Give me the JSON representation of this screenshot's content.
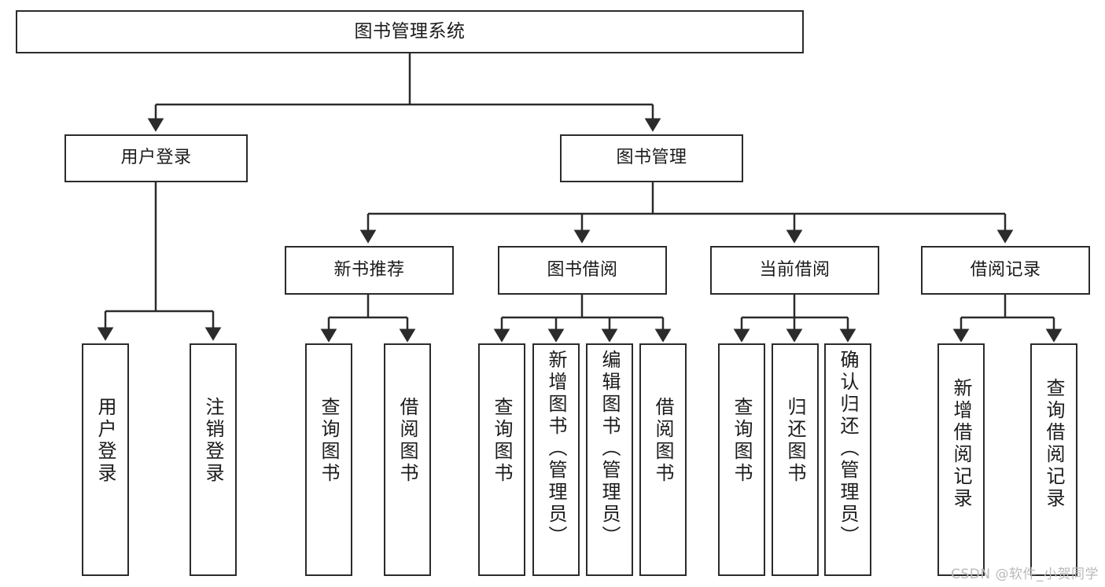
{
  "diagram": {
    "type": "tree",
    "title": "图书管理系统",
    "root": {
      "id": "root",
      "label": "图书管理系统"
    },
    "level1": [
      {
        "id": "user-login",
        "label": "用户登录"
      },
      {
        "id": "book-manage",
        "label": "图书管理"
      }
    ],
    "level2": [
      {
        "id": "new-book-recommend",
        "label": "新书推荐",
        "parent": "book-manage"
      },
      {
        "id": "book-borrow",
        "label": "图书借阅",
        "parent": "book-manage"
      },
      {
        "id": "current-borrow",
        "label": "当前借阅",
        "parent": "book-manage"
      },
      {
        "id": "borrow-record",
        "label": "借阅记录",
        "parent": "book-manage"
      }
    ],
    "leaves": {
      "user-login": [
        {
          "id": "leaf-user-login",
          "label": "用户登录"
        },
        {
          "id": "leaf-logout",
          "label": "注销登录"
        }
      ],
      "new-book-recommend": [
        {
          "id": "leaf-query-book-1",
          "label": "查询图书"
        },
        {
          "id": "leaf-borrow-book-1",
          "label": "借阅图书"
        }
      ],
      "book-borrow": [
        {
          "id": "leaf-query-book-2",
          "label": "查询图书"
        },
        {
          "id": "leaf-add-book",
          "label": "新增图书（管理员）"
        },
        {
          "id": "leaf-edit-book",
          "label": "编辑图书（管理员）"
        },
        {
          "id": "leaf-borrow-book-2",
          "label": "借阅图书"
        }
      ],
      "current-borrow": [
        {
          "id": "leaf-query-book-3",
          "label": "查询图书"
        },
        {
          "id": "leaf-return-book",
          "label": "归还图书"
        },
        {
          "id": "leaf-confirm-return",
          "label": "确认归还（管理员）"
        }
      ],
      "borrow-record": [
        {
          "id": "leaf-add-record",
          "label": "新增借阅记录"
        },
        {
          "id": "leaf-query-record",
          "label": "查询借阅记录"
        }
      ]
    },
    "style": {
      "border_color": "#2b2b2b",
      "text_color": "#1b1b1b",
      "background": "#ffffff",
      "edge_color": "#2b2b2b"
    }
  },
  "watermark": {
    "text": "CSDN @软件_小贺同学",
    "color": "#b9b9b9"
  }
}
